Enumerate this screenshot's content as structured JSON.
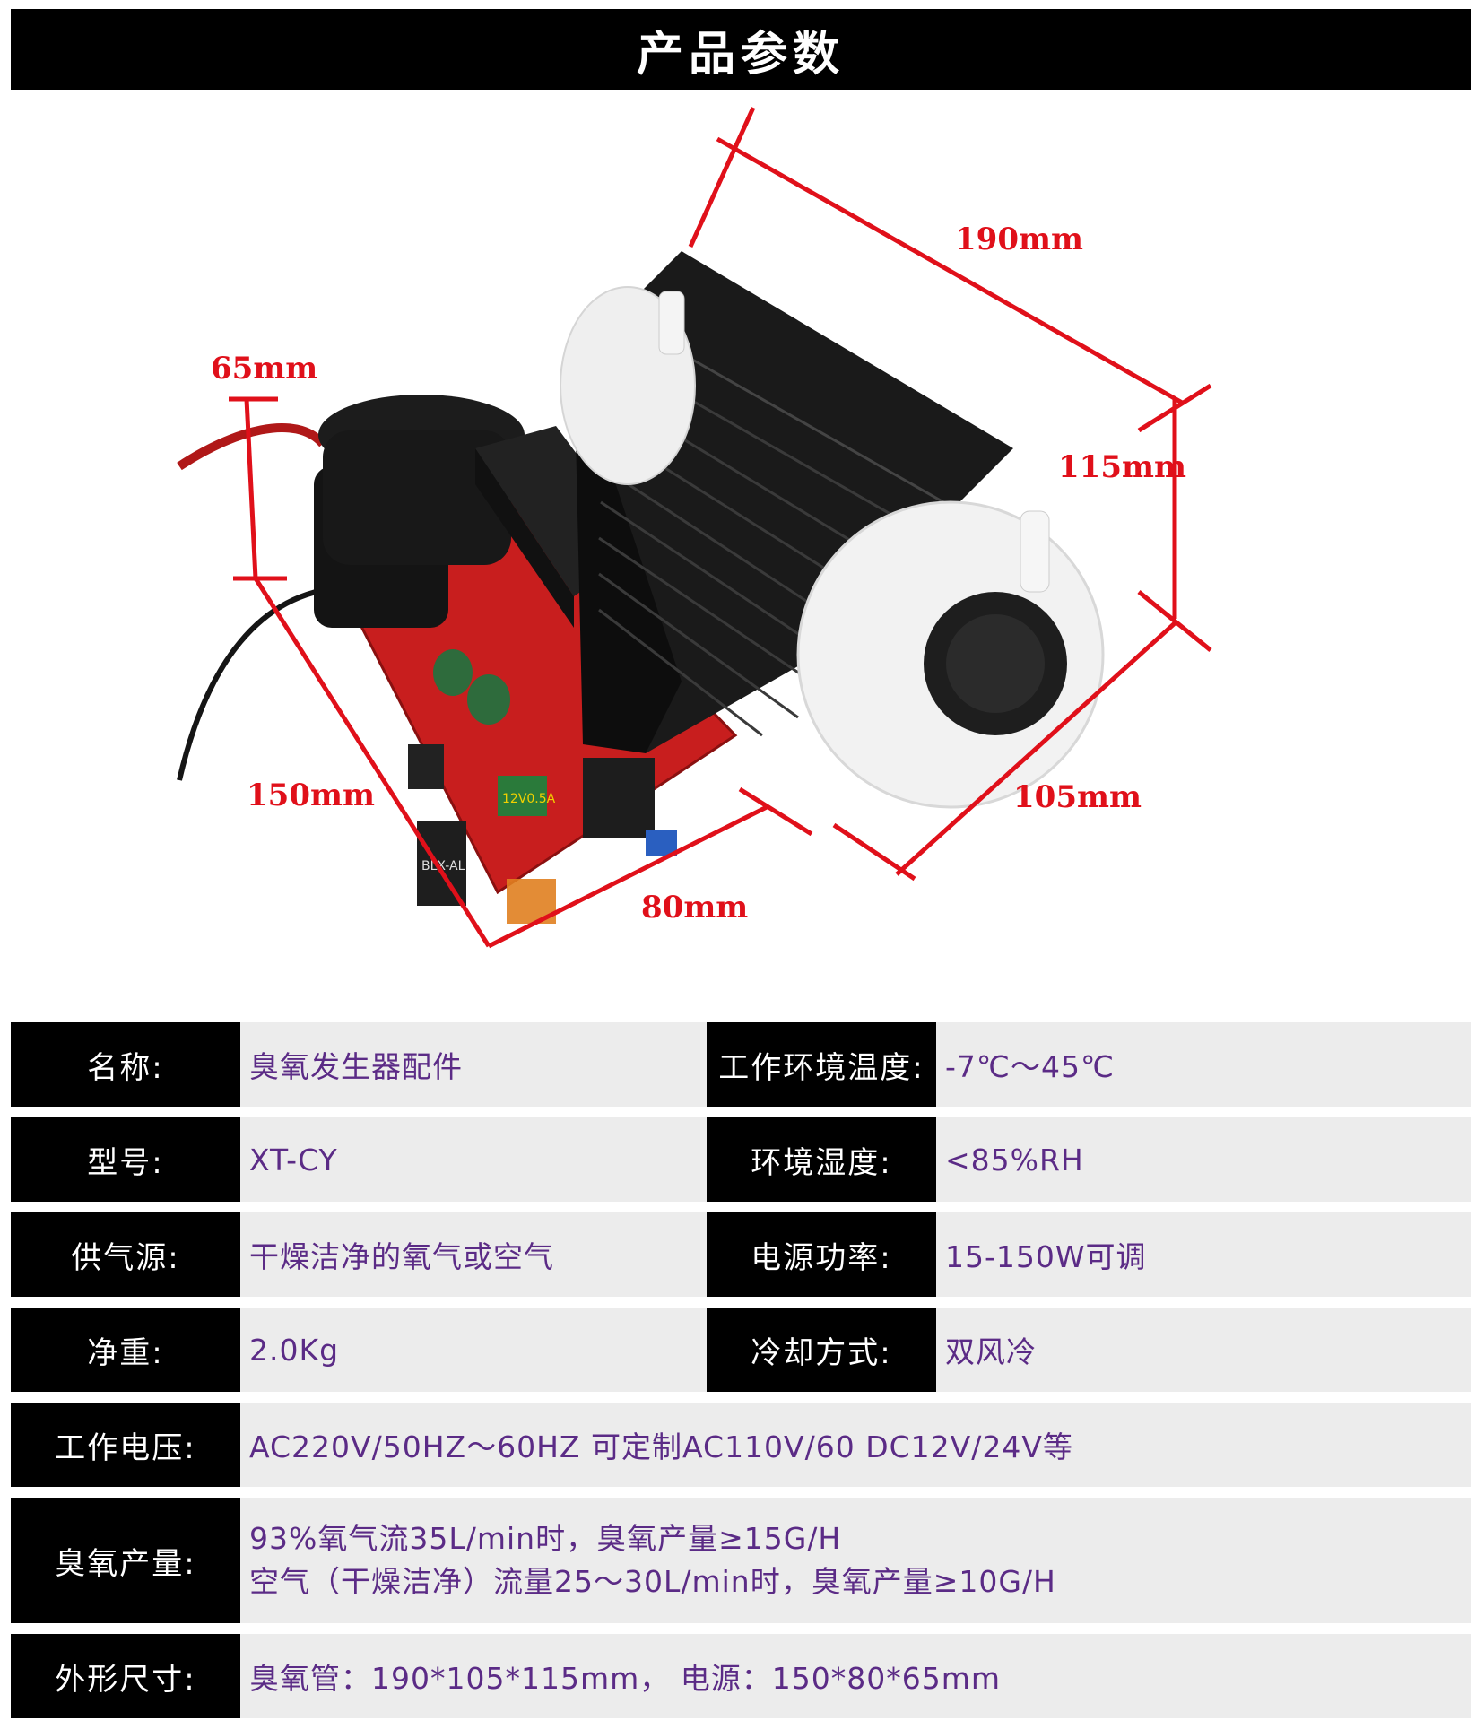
{
  "header": {
    "title": "产品参数"
  },
  "diagram": {
    "dim_tube_length": "190mm",
    "dim_tube_height": "115mm",
    "dim_tube_width": "105mm",
    "dim_board_height": "65mm",
    "dim_board_length": "150mm",
    "dim_board_width": "80mm",
    "pcb_marking": "12V0.5A",
    "relay_marking": "BLX-AL"
  },
  "specs": {
    "name_label": "名称:",
    "name_value": "臭氧发生器配件",
    "temp_label": "工作环境温度:",
    "temp_value": "-7℃～45℃",
    "model_label": "型号:",
    "model_value": "XT-CY",
    "humidity_label": "环境湿度:",
    "humidity_value": "<85%RH",
    "gas_label": "供气源:",
    "gas_value": "干燥洁净的氧气或空气",
    "power_label": "电源功率:",
    "power_value": "15-150W可调",
    "weight_label": "净重:",
    "weight_value": "2.0Kg",
    "cooling_label": "冷却方式:",
    "cooling_value": "双风冷",
    "voltage_label": "工作电压:",
    "voltage_value": "AC220V/50HZ～60HZ 可定制AC110V/60 DC12V/24V等",
    "output_label": "臭氧产量:",
    "output_line1": "93%氧气流35L/min时，臭氧产量≥15G/H",
    "output_line2": "空气（干燥洁净）流量25～30L/min时，臭氧产量≥10G/H",
    "size_label": "外形尺寸:",
    "size_value": "臭氧管：190*105*115mm， 电源：150*80*65mm"
  },
  "colors": {
    "header_bg": "#000000",
    "dimension_red": "#e0101a",
    "value_text": "#5b2b86",
    "row_bg": "#ececec",
    "pcb_red": "#c81e1e"
  }
}
